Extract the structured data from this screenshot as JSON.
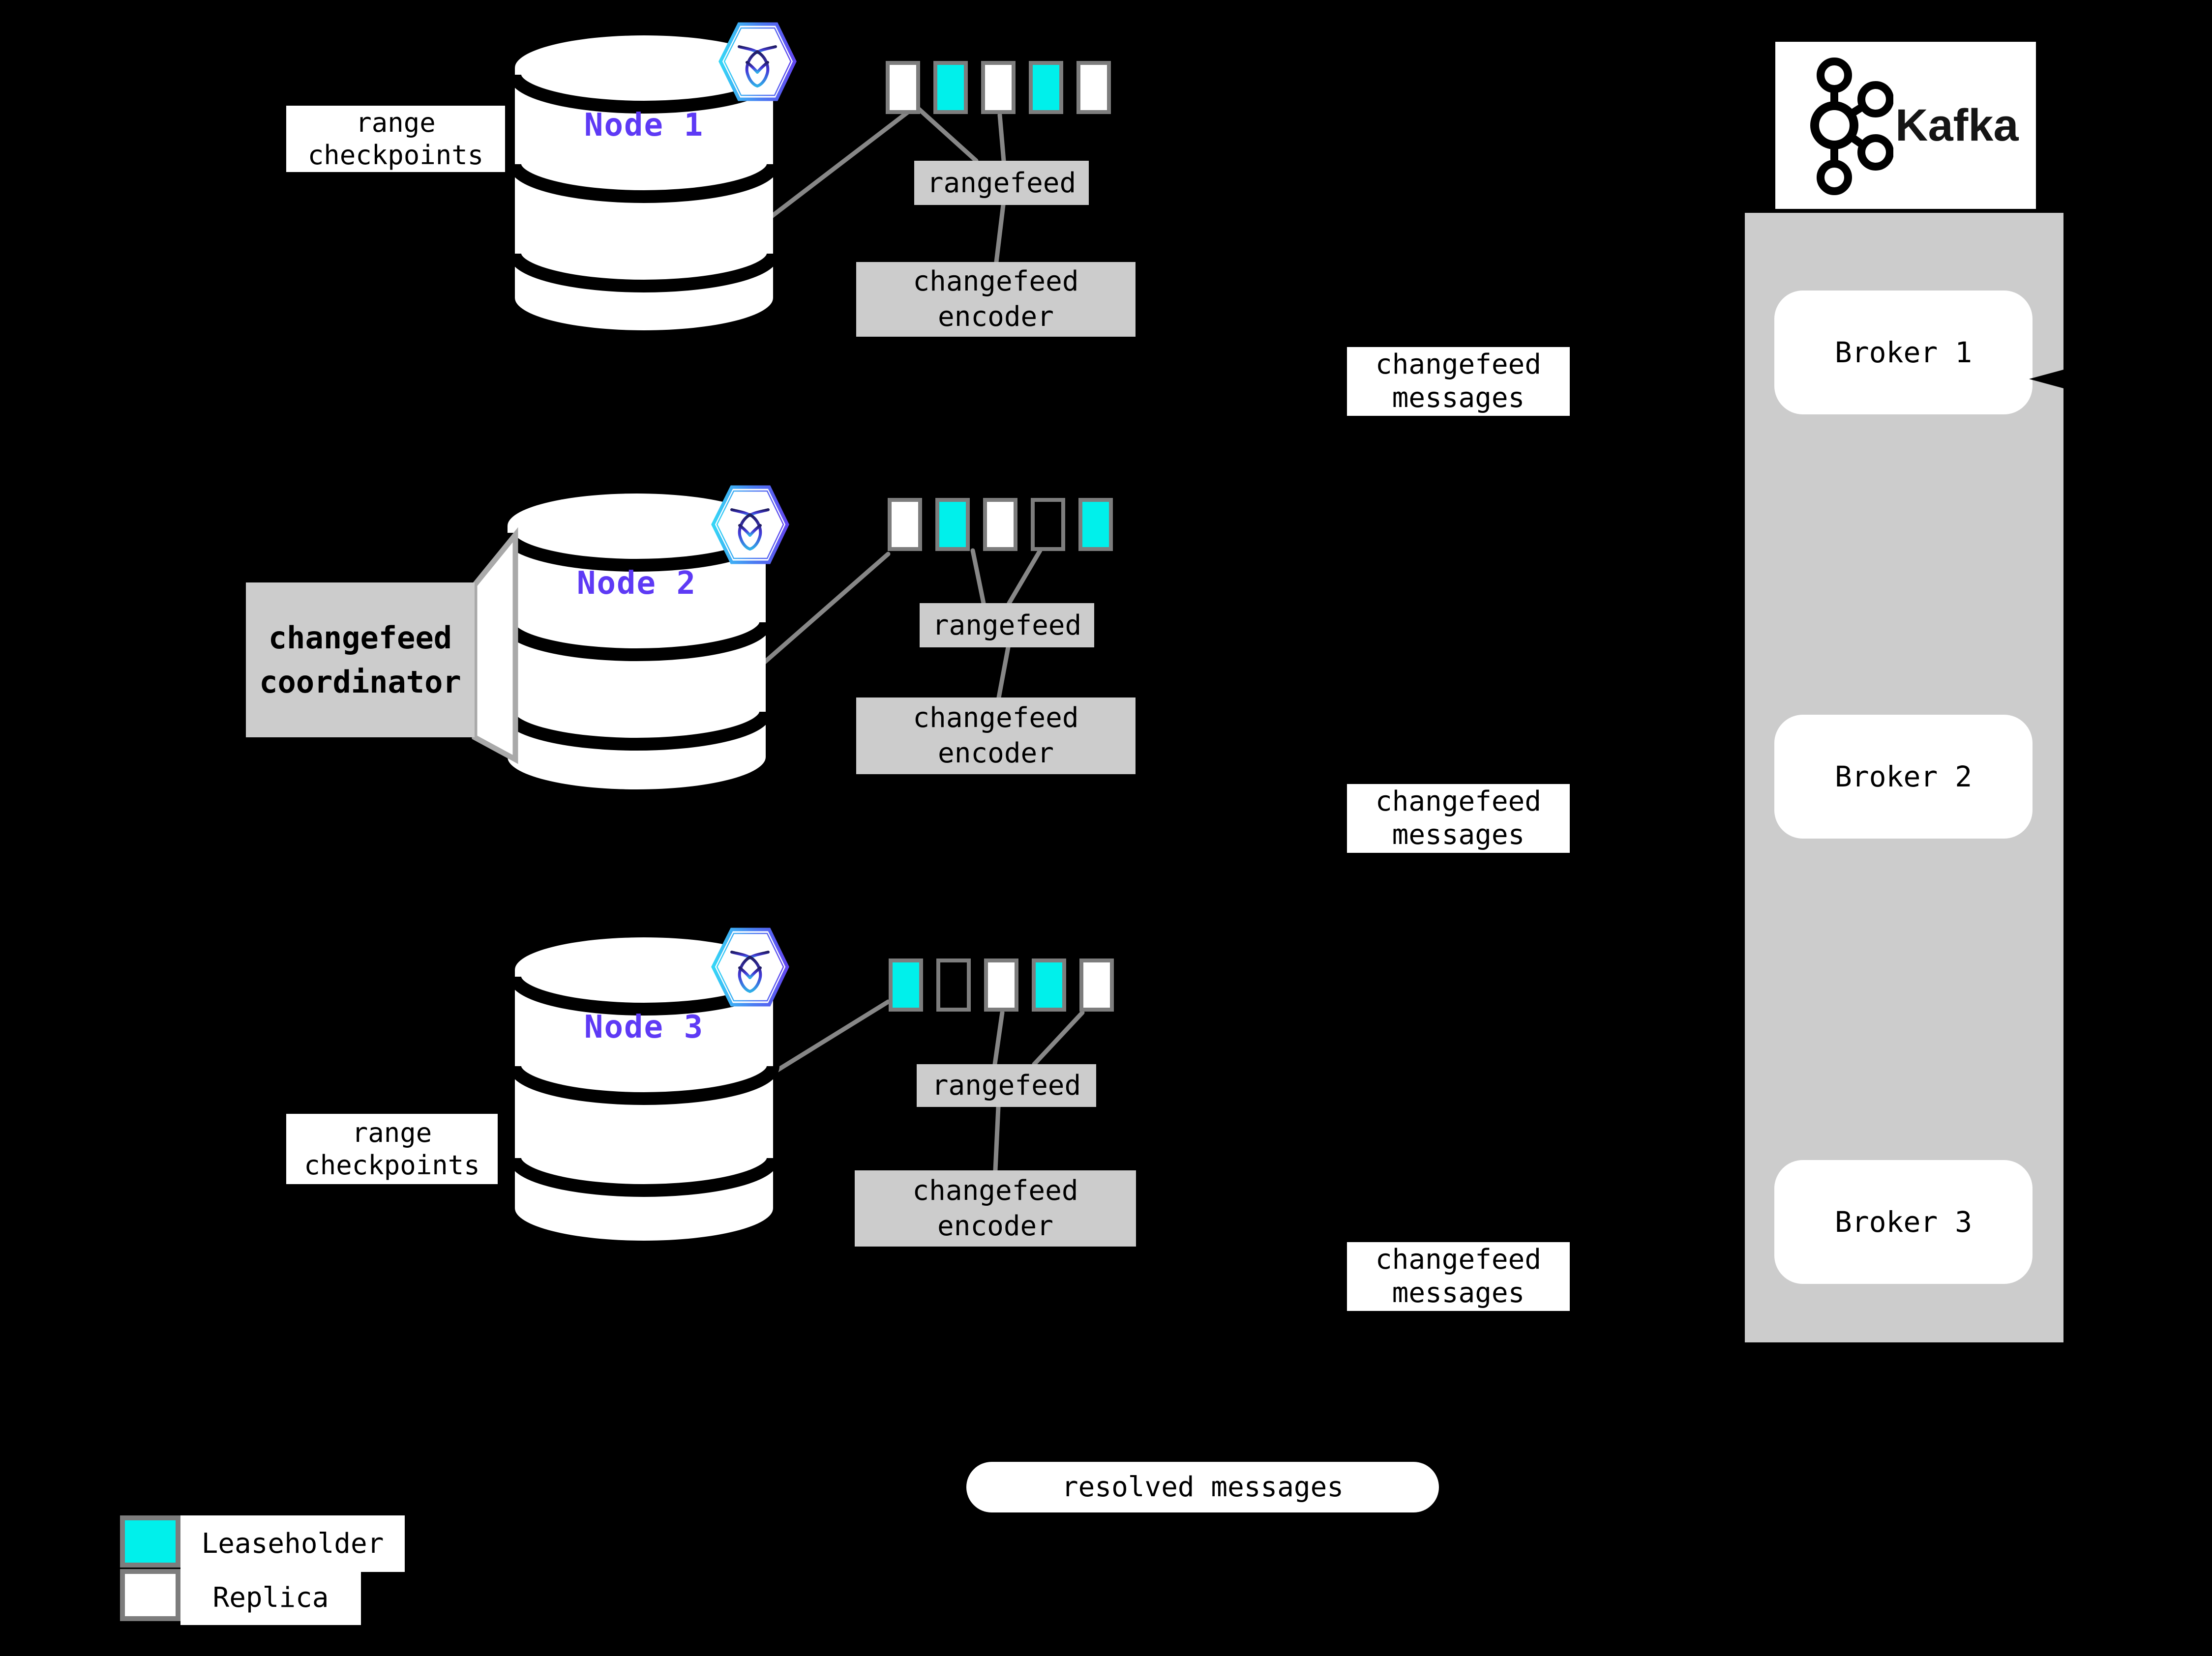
{
  "colors": {
    "background": "#000000",
    "leaseholder_teal": "#00f0eb",
    "replica_white": "#ffffff",
    "node_purple": "#5e3af5",
    "box_gray": "#cccccc",
    "line_gray": "#878787"
  },
  "nodes": [
    {
      "label": "Node 1",
      "caption_lines": [
        "range",
        "checkpoints"
      ],
      "rangefeed_label": "rangefeed",
      "encoder_lines": [
        "changefeed",
        "encoder"
      ],
      "ranges": [
        "replica",
        "leaseholder",
        "replica",
        "leaseholder",
        "replica"
      ]
    },
    {
      "label": "Node 2",
      "coordinator_lines": [
        "changefeed",
        "coordinator"
      ],
      "rangefeed_label": "rangefeed",
      "encoder_lines": [
        "changefeed",
        "encoder"
      ],
      "ranges": [
        "replica",
        "leaseholder",
        "replica",
        "empty",
        "leaseholder"
      ]
    },
    {
      "label": "Node 3",
      "caption_lines": [
        "range",
        "checkpoints"
      ],
      "rangefeed_label": "rangefeed",
      "encoder_lines": [
        "changefeed",
        "encoder"
      ],
      "ranges": [
        "leaseholder",
        "empty",
        "replica",
        "leaseholder",
        "replica"
      ]
    }
  ],
  "messages": {
    "changefeed_lines": [
      "changefeed",
      "messages"
    ],
    "resolved": "resolved messages"
  },
  "kafka": {
    "brand": "Kafka",
    "brokers": [
      "Broker 1",
      "Broker 2",
      "Broker 3"
    ]
  },
  "legend": {
    "items": [
      {
        "type": "leaseholder",
        "label": "Leaseholder"
      },
      {
        "type": "replica",
        "label": "Replica"
      }
    ]
  }
}
